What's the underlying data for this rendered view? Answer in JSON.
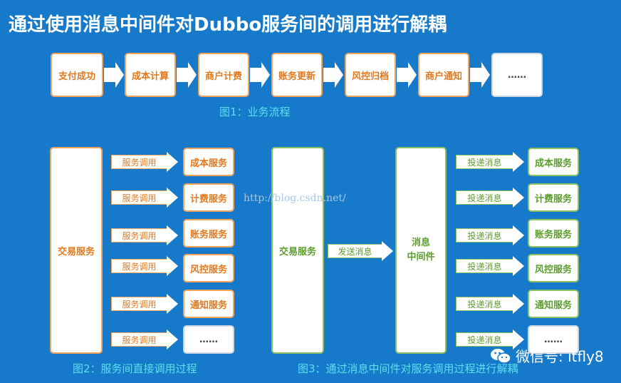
{
  "title": "通过使用消息中间件对Dubbo服务间的调用进行解耦",
  "fig1": {
    "steps": [
      "支付成功",
      "成本计算",
      "商户计费",
      "账务更新",
      "风控归档",
      "商户通知",
      "……"
    ],
    "caption": "图1：业务流程"
  },
  "fig2": {
    "source": "交易服务",
    "arrow_label": "服务调用",
    "targets": [
      "成本服务",
      "计费服务",
      "账务服务",
      "风控服务",
      "通知服务",
      "……"
    ],
    "caption": "图2：服务间直接调用过程"
  },
  "fig3": {
    "source": "交易服务",
    "send_label": "发送消息",
    "middleware": "消息\n中间件",
    "deliver_label": "投递消息",
    "targets": [
      "成本服务",
      "计费服务",
      "账务服务",
      "风控服务",
      "通知服务",
      "……"
    ],
    "caption": "图3：通过消息中间件对服务调用过程进行解耦"
  },
  "watermark": "http://blog.csdn.net/",
  "wechat": "微信号: itfly8"
}
